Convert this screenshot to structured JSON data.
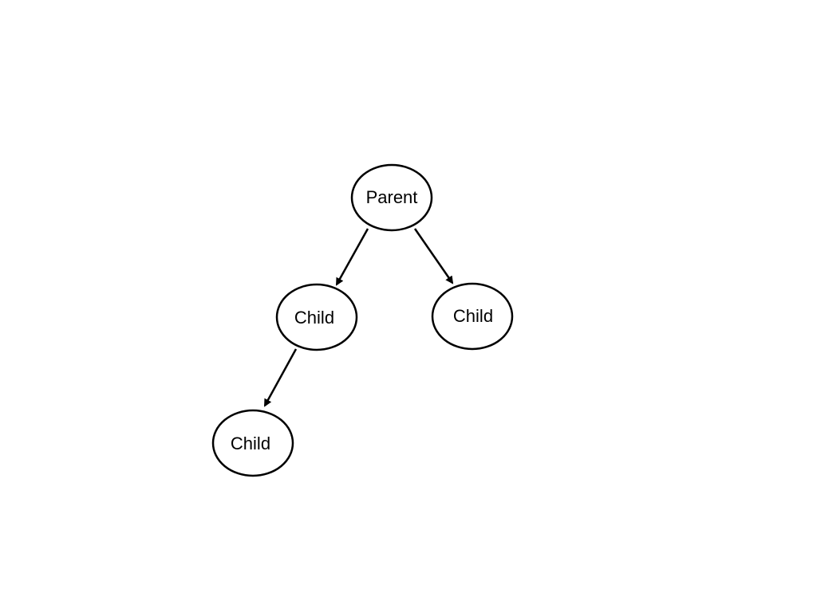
{
  "diagram": {
    "nodes": [
      {
        "id": "parent",
        "label": "Parent"
      },
      {
        "id": "child_left",
        "label": "Child"
      },
      {
        "id": "child_right",
        "label": "Child"
      },
      {
        "id": "grandchild",
        "label": "Child"
      }
    ],
    "edges": [
      {
        "from": "parent",
        "to": "child_left"
      },
      {
        "from": "parent",
        "to": "child_right"
      },
      {
        "from": "child_left",
        "to": "grandchild"
      }
    ],
    "colors": {
      "stroke": "#000000",
      "fill": "#ffffff",
      "text": "#000000"
    }
  }
}
